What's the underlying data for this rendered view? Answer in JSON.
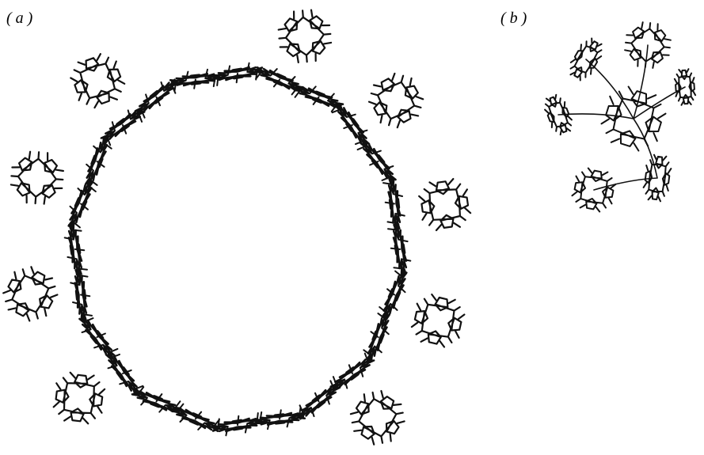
{
  "panels": [
    {
      "id": "a",
      "label": "( a )"
    },
    {
      "id": "b",
      "label": "( b )"
    }
  ],
  "ring_assembly": {
    "porphyrin_units": 12,
    "color": "#111111"
  },
  "cluster_assembly": {
    "porphyrin_units": 6,
    "color": "#111111"
  }
}
